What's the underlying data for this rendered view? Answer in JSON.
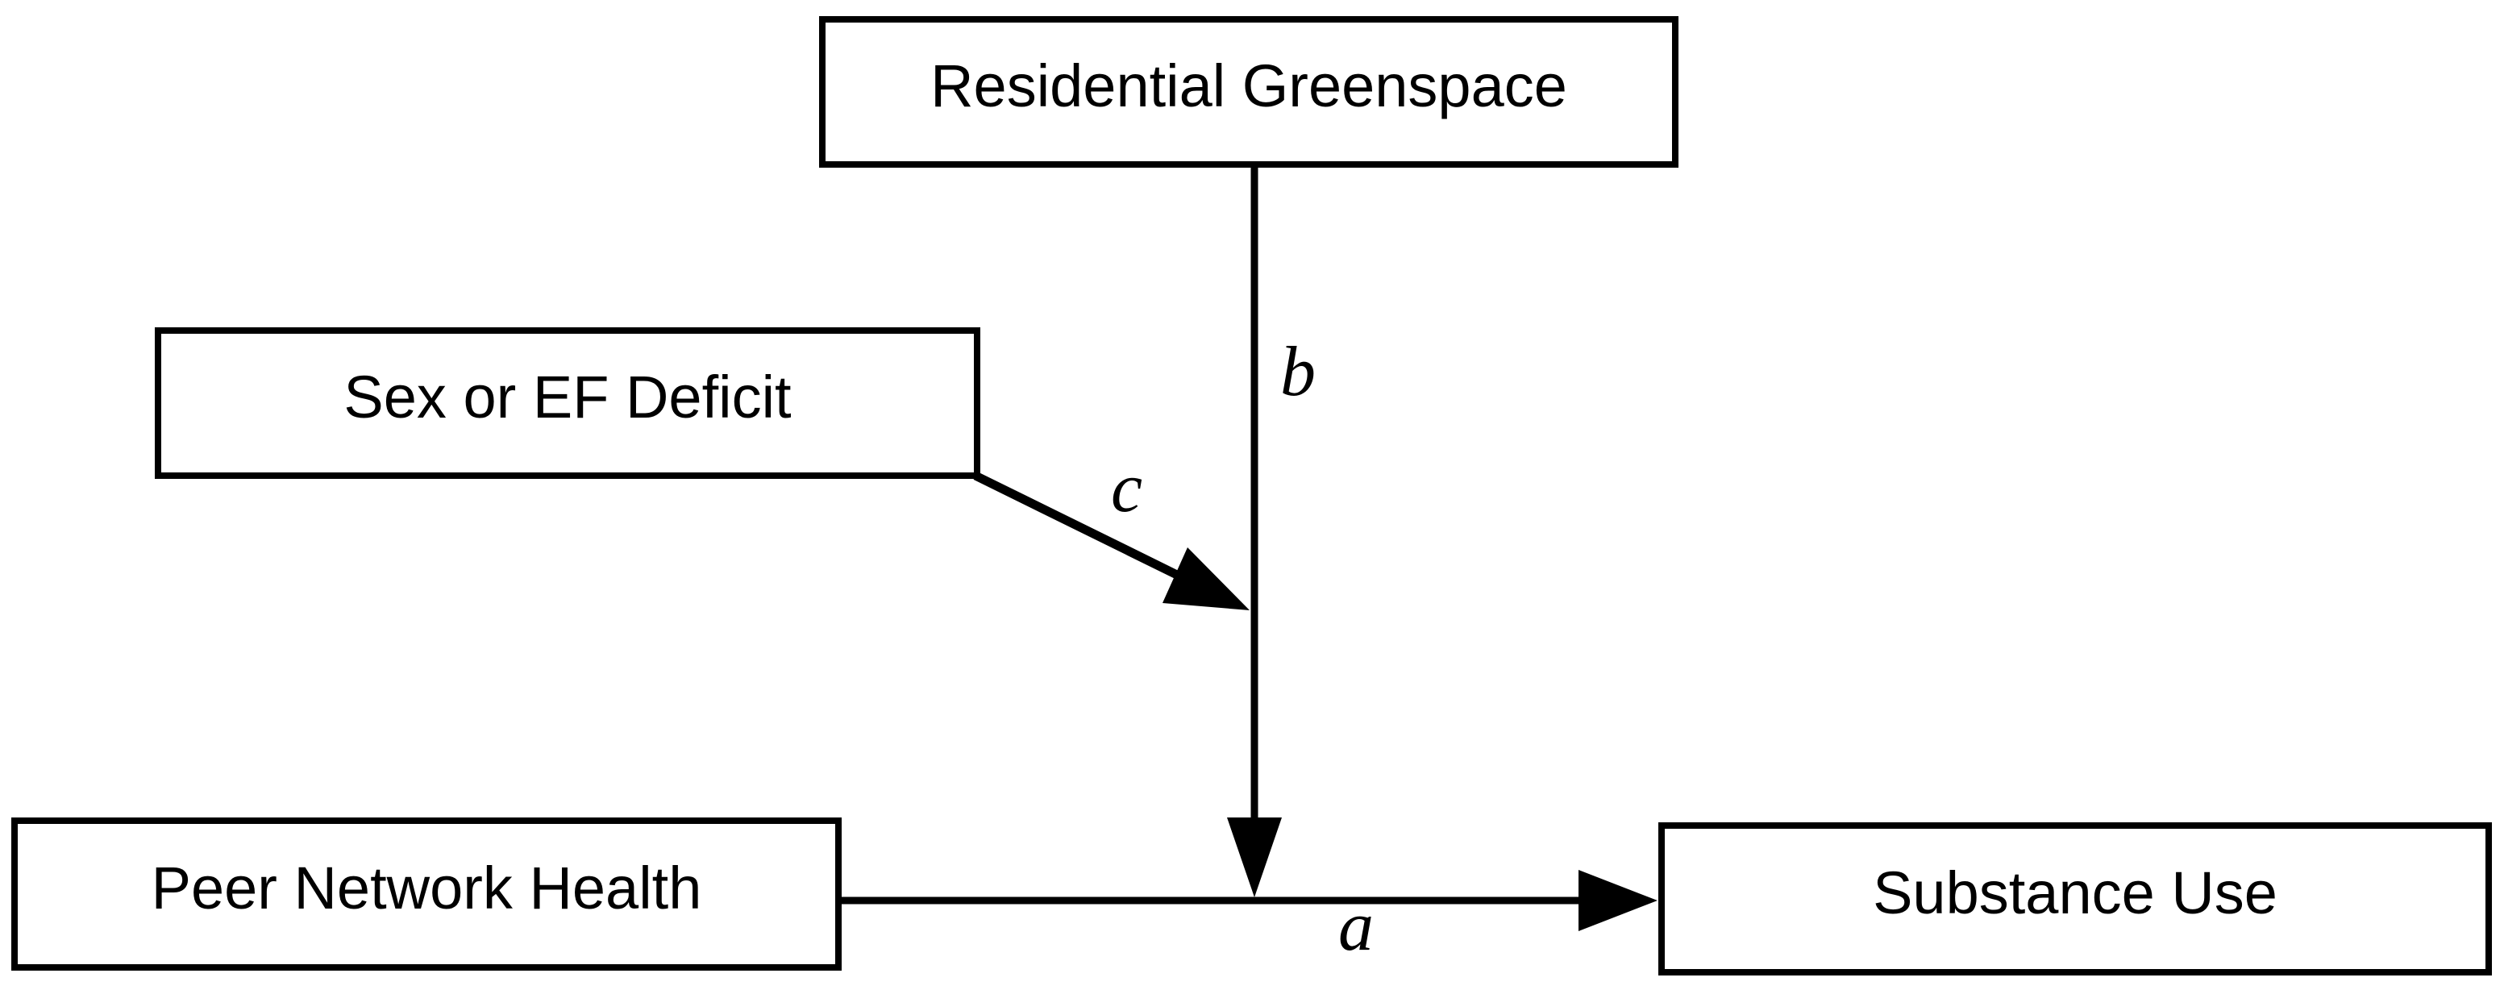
{
  "diagram": {
    "title": "Moderated moderation path diagram",
    "background_color": "#ffffff",
    "line_color": "#000000",
    "nodes": {
      "residential_greenspace": {
        "label": "Residential Greenspace"
      },
      "sex_or_ef_deficit": {
        "label": "Sex or EF Deficit"
      },
      "peer_network_health": {
        "label": "Peer Network Health"
      },
      "substance_use": {
        "label": "Substance Use"
      }
    },
    "edges": {
      "a": {
        "label": "a",
        "from": "peer_network_health",
        "to": "substance_use",
        "type": "direct-path"
      },
      "b": {
        "label": "b",
        "from": "residential_greenspace",
        "to": "path_a",
        "type": "moderation"
      },
      "c": {
        "label": "c",
        "from": "sex_or_ef_deficit",
        "to": "path_b",
        "type": "moderation"
      }
    }
  }
}
